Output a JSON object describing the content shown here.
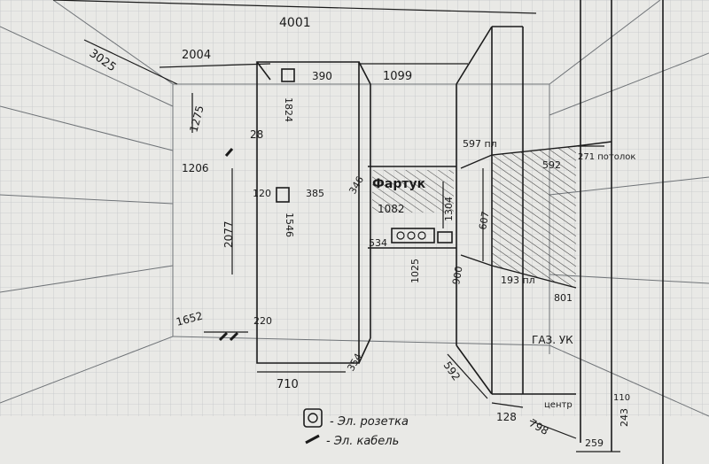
{
  "dimensions": {
    "overall_width": "4001",
    "depth": "3025",
    "left_to_cabinet": "2004",
    "cabinet_to_niche": "1099",
    "socket_top_right": "390",
    "socket_top_below": "1824",
    "left_top_height": "1275",
    "cable_left_h": "28",
    "cable_left_v": "1206",
    "socket_mid_left": "120",
    "socket_mid_right": "385",
    "socket_mid_height": "1546",
    "wall_height_left": "2077",
    "floor_left": "1652",
    "floor_right": "220",
    "cabinet_width": "710",
    "cabinet_depth": "354",
    "niche_left": "346",
    "niche_width": "1082",
    "niche_height": "1304",
    "facade_label": "Фартук",
    "hood_top": "597 пл",
    "far_top": "271 потолок",
    "far_mid": "592",
    "hatch_vert": "607",
    "socket_row_left": "534",
    "socket_row_height": "1025",
    "counter_height": "900",
    "side_193": "193 пл",
    "side_801": "801",
    "floor_592": "592",
    "floor_128": "128",
    "floor_798": "798",
    "gas_label": "ГАЗ. УК",
    "gas_center": "центр",
    "right_110": "110",
    "right_243": "243",
    "bottom_259": "259"
  },
  "legend": {
    "socket_label": "- Эл. розетка",
    "cable_label": "- Эл. кабель"
  },
  "colors": {
    "paper": "#e9e9e6",
    "grid": "#b9bcc0",
    "ink": "#1b1b1b"
  }
}
